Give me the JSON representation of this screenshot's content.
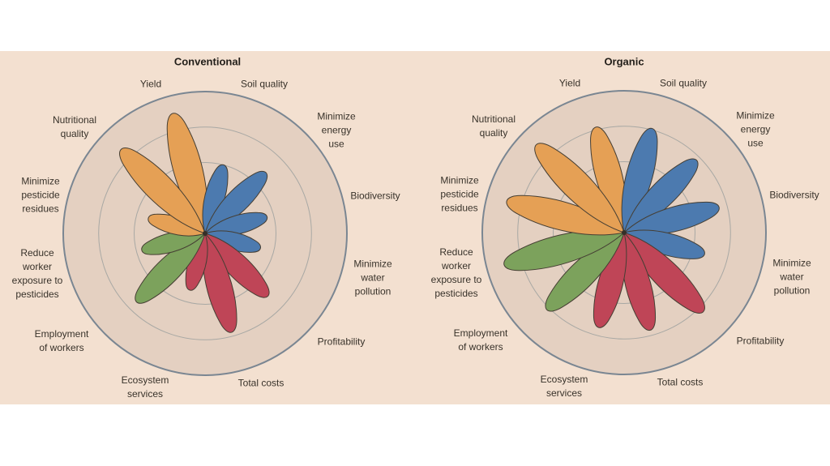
{
  "figure": {
    "background_color": "#ffffff",
    "band_color": "#f3e0d0",
    "disc_color": "#e4d0c1",
    "outer_circle_color": "#7a8692",
    "grid_ring_color": "#a8a8a4",
    "petal_outline_color": "#453e33",
    "text_color": "#38322a",
    "palette": {
      "orange": "#e5a055",
      "blue": "#4c7aaf",
      "red": "#bf4557",
      "green": "#7ca25c"
    }
  },
  "chart_data": [
    {
      "type": "petal-rose",
      "title": "Conventional",
      "scale": {
        "min": 0,
        "max": 1.0,
        "rings": [
          0.25,
          0.5,
          0.75,
          1.0
        ],
        "grid": true
      },
      "petals": [
        {
          "label": "Yield",
          "angle": 345,
          "value": 0.91,
          "color": "#e5a055"
        },
        {
          "label": "Soil quality",
          "angle": 15,
          "value": 0.52,
          "color": "#4c7aaf"
        },
        {
          "label": "Minimize\nenergy\nuse",
          "angle": 45,
          "value": 0.63,
          "color": "#4c7aaf"
        },
        {
          "label": "Biodiversity",
          "angle": 75,
          "value": 0.47,
          "color": "#4c7aaf"
        },
        {
          "label": "Minimize\nwater\npollution",
          "angle": 105,
          "value": 0.42,
          "color": "#4c7aaf"
        },
        {
          "label": "Profitability",
          "angle": 135,
          "value": 0.65,
          "color": "#bf4557"
        },
        {
          "label": "Total costs",
          "angle": 165,
          "value": 0.75,
          "color": "#bf4557"
        },
        {
          "label": "Ecosystem\nservices",
          "angle": 195,
          "value": 0.43,
          "color": "#bf4557"
        },
        {
          "label": "Employment\nof workers",
          "angle": 225,
          "value": 0.71,
          "color": "#7ca25c"
        },
        {
          "label": "Reduce\nworker\nexposure to\npesticides",
          "angle": 255,
          "value": 0.48,
          "color": "#7ca25c"
        },
        {
          "label": "Minimize\npesticide\nresidues",
          "angle": 285,
          "value": 0.43,
          "color": "#e5a055"
        },
        {
          "label": "Nutritional\nquality",
          "angle": 315,
          "value": 0.87,
          "color": "#e5a055"
        }
      ]
    },
    {
      "type": "petal-rose",
      "title": "Organic",
      "scale": {
        "min": 0,
        "max": 1.0,
        "rings": [
          0.25,
          0.5,
          0.75,
          1.0
        ],
        "grid": true
      },
      "petals": [
        {
          "label": "Yield",
          "angle": 345,
          "value": 0.8,
          "color": "#e5a055"
        },
        {
          "label": "Soil quality",
          "angle": 15,
          "value": 0.79,
          "color": "#4c7aaf"
        },
        {
          "label": "Minimize\nenergy\nuse",
          "angle": 45,
          "value": 0.75,
          "color": "#4c7aaf"
        },
        {
          "label": "Biodiversity",
          "angle": 75,
          "value": 0.72,
          "color": "#4c7aaf"
        },
        {
          "label": "Minimize\nwater\npollution",
          "angle": 105,
          "value": 0.61,
          "color": "#4c7aaf"
        },
        {
          "label": "Profitability",
          "angle": 135,
          "value": 0.82,
          "color": "#bf4557"
        },
        {
          "label": "Total costs",
          "angle": 165,
          "value": 0.74,
          "color": "#bf4557"
        },
        {
          "label": "Ecosystem\nservices",
          "angle": 195,
          "value": 0.72,
          "color": "#bf4557"
        },
        {
          "label": "Employment\nof workers",
          "angle": 225,
          "value": 0.8,
          "color": "#7ca25c"
        },
        {
          "label": "Reduce\nworker\nexposure to\npesticides",
          "angle": 255,
          "value": 0.91,
          "color": "#7ca25c"
        },
        {
          "label": "Minimize\npesticide\nresidues",
          "angle": 285,
          "value": 0.89,
          "color": "#e5a055"
        },
        {
          "label": "Nutritional\nquality",
          "angle": 315,
          "value": 0.91,
          "color": "#e5a055"
        }
      ]
    }
  ]
}
